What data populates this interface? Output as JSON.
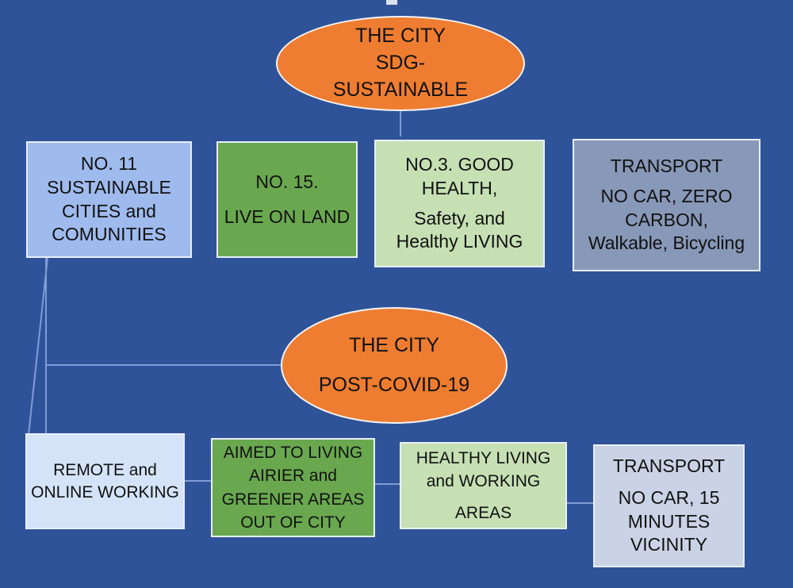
{
  "colors": {
    "background": "#2f5398",
    "ellipse": "#ee7d31",
    "light_blue": "#9fbbee",
    "green": "#6aa84f",
    "light_green": "#c6e0b4",
    "grey_blue": "#8898b8",
    "pale_blue": "#d4e3f7",
    "pale_grey": "#cad3e6",
    "connector": "#7f9cd6"
  },
  "top_section": {
    "ellipse": {
      "line1": "THE CITY",
      "line2": "SDG-",
      "line3": "SUSTAINABLE"
    },
    "boxes": [
      {
        "lines": [
          "NO. 11",
          "SUSTAINABLE",
          "CITIES and",
          "COMUNITIES"
        ]
      },
      {
        "lines": [
          "NO. 15.",
          "LIVE ON LAND"
        ]
      },
      {
        "lines": [
          "NO.3. GOOD",
          "HEALTH,",
          "Safety, and",
          "Healthy LIVING"
        ]
      },
      {
        "lines": [
          "TRANSPORT",
          "NO CAR, ZERO",
          "CARBON,",
          "Walkable, Bicycling"
        ]
      }
    ]
  },
  "bottom_section": {
    "ellipse": {
      "line1": "THE CITY",
      "line2": "POST-COVID-19"
    },
    "boxes": [
      {
        "lines": [
          "REMOTE and",
          "ONLINE WORKING"
        ]
      },
      {
        "lines": [
          "AIMED TO LIVING",
          "AIRIER and",
          "GREENER AREAS",
          "OUT OF CITY"
        ]
      },
      {
        "lines": [
          "HEALTHY LIVING",
          "and WORKING",
          "AREAS"
        ]
      },
      {
        "lines": [
          "TRANSPORT",
          "NO CAR, 15",
          "MINUTES",
          "VICINITY"
        ]
      }
    ]
  }
}
